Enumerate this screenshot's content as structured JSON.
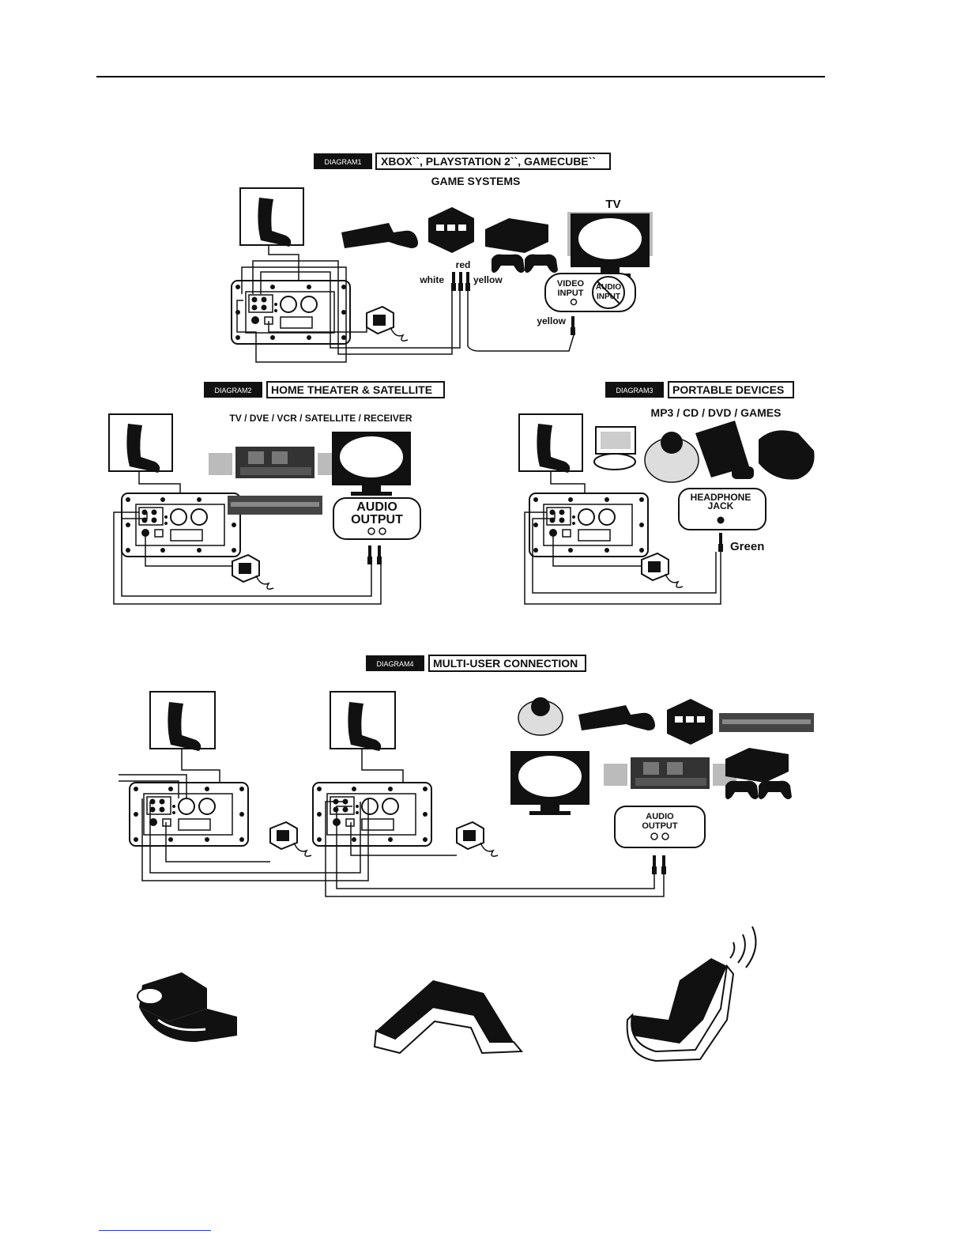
{
  "diagram1": {
    "tag": "DIAGRAM1",
    "heading": "XBOX``, PLAYSTATION  2``, GAMECUBE``",
    "subheading": "GAME SYSTEMS",
    "tv_label": "TV",
    "plug_white": "white",
    "plug_red": "red",
    "plug_yellow": "yellow",
    "video_input_1": "VIDEO",
    "video_input_2": "INPUT",
    "audio_input_1": "AUDIO",
    "audio_input_2": "INPUT",
    "cable_yellow": "yellow"
  },
  "diagram2": {
    "tag": "DIAGRAM2",
    "heading": "HOME THEATER & SATELLITE",
    "subheading": "TV / DVE / VCR / SATELLITE / RECEIVER",
    "audio_output_1": "AUDIO",
    "audio_output_2": "OUTPUT"
  },
  "diagram3": {
    "tag": "DIAGRAM3",
    "heading": "PORTABLE DEVICES",
    "subheading": "MP3 / CD / DVD / GAMES",
    "headphone_1": "HEADPHONE",
    "headphone_2": "JACK",
    "plug_green": "Green"
  },
  "diagram4": {
    "tag": "DIAGRAM4",
    "heading": "MULTI-USER CONNECTION",
    "audio_output_1": "AUDIO",
    "audio_output_2": "OUTPUT"
  }
}
